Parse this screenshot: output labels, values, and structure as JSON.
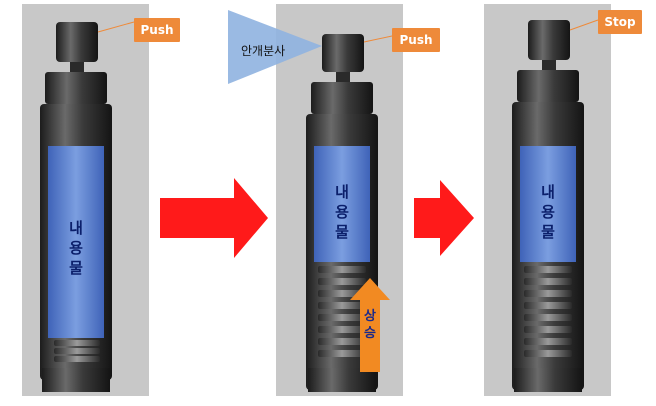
{
  "colors": {
    "background": "#c8c8c8",
    "label_fill": "#ee8a3a",
    "content_fill": "#5b7fc9",
    "big_arrow": "#ff1a1a",
    "rise_arrow": "#f28a22",
    "mist_fill": "#8fb3e0"
  },
  "panels": [
    {
      "button_label": "Push",
      "content_text": "내용물"
    },
    {
      "button_label": "Push",
      "content_text": "내용물",
      "spray_label": "안개분사",
      "rise_label": "상승"
    },
    {
      "button_label": "Stop",
      "content_text": "내용물"
    }
  ]
}
